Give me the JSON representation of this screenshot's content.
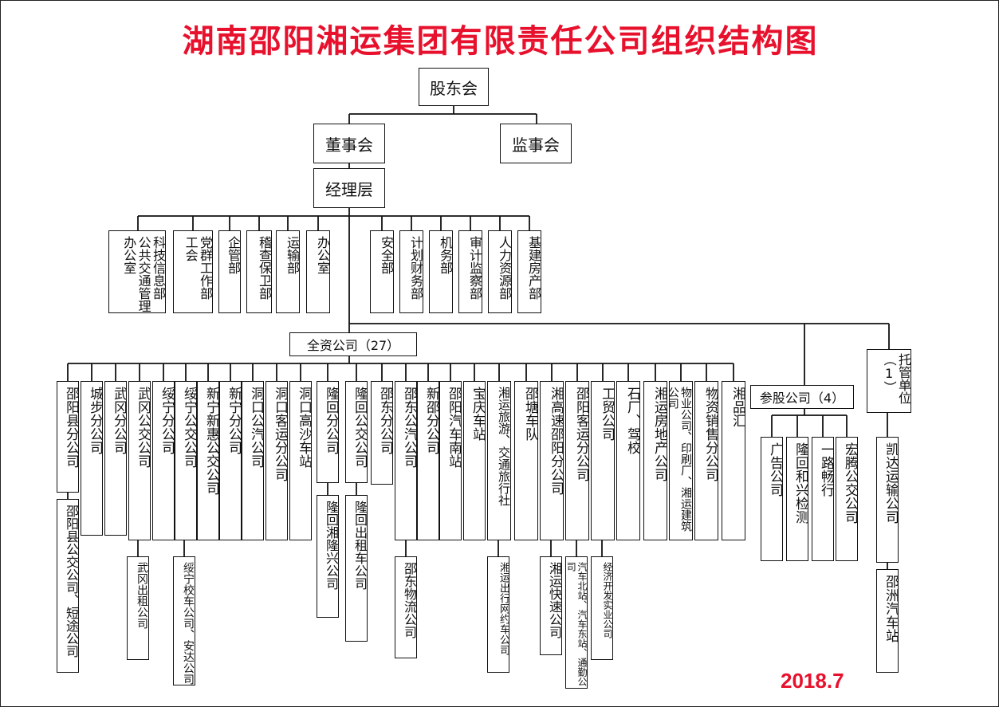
{
  "title": "湖南邵阳湘运集团有限责任公司组织结构图",
  "date": "2018.7",
  "colors": {
    "title": "#e8112d",
    "date": "#e8112d",
    "line": "#111111"
  },
  "nodes": {
    "gudonghui": "股东会",
    "dongshihui": "董事会",
    "jianshihui": "监事会",
    "jinglices": "经理层",
    "quanzi": "全资公司（27）",
    "canggu": "参股公司（4）",
    "tuoguan": "托管单位（1）"
  },
  "departments": [
    "科技信息部 公共交通管理办公室",
    "党群工作部 工会",
    "企管部",
    "稽查保卫部",
    "运输部",
    "办公室",
    "安全部",
    "计划财务部",
    "机务部",
    "审计监察部",
    "人力资源部",
    "基建房产部"
  ],
  "wholly_owned": [
    "邵阳县分公司",
    "城步分公司",
    "武冈分公司",
    "武冈公交公司",
    "绥宁分公司",
    "绥宁公交公司",
    "新宁新惠公交公司",
    "新宁分公司",
    "洞口公汽公司",
    "洞口客运分公司",
    "洞口高沙车站",
    "隆回分公司",
    "隆回公交公司",
    "邵东分公司",
    "邵东公汽公司",
    "新邵分公司",
    "邵阳汽车南站",
    "宝庆车站",
    "湘运旅游、交通旅行社",
    "邵塘车队",
    "湘高速邵阳分公司",
    "邵阳客运分公司",
    "工贸公司",
    "石厂、驾校",
    "湘运房地产公司",
    "物业公司、印刷厂、湘运建筑公司",
    "物资销售分公司",
    "湘品汇"
  ],
  "wholly_owned_subs": [
    "邵阳县公交公司、短途公司",
    "武冈出租公司",
    "绥宁校车公司、安达公司",
    "隆回湘隆兴公司",
    "隆回出租车公司",
    "邵东物流公司",
    "湘运出行网约车公司",
    "湘运快速公司",
    "汽车北站、汽车东站、通勤公司",
    "经济开发实业公司"
  ],
  "shareholding": [
    "广告公司",
    "隆回和兴检测",
    "一路畅行",
    "宏腾公交公司"
  ],
  "managed": [
    "凯达运输公司",
    "邵洲汽车站"
  ]
}
